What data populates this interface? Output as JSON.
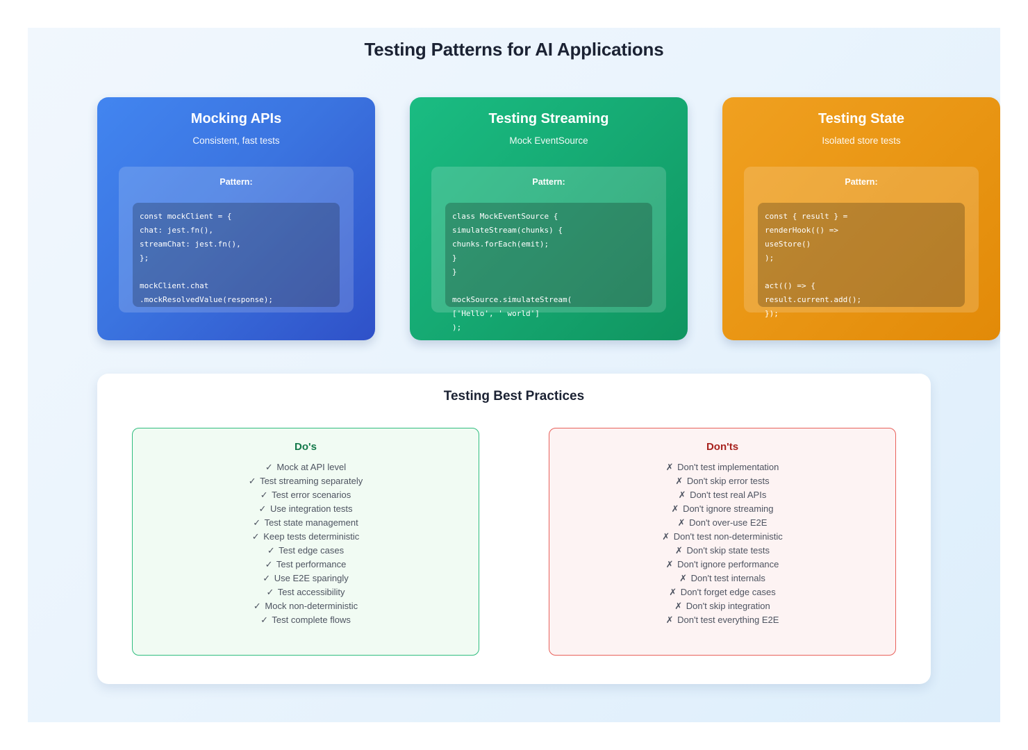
{
  "page": {
    "title": "Testing Patterns for AI Applications",
    "background_start": "#f1f7fd",
    "background_end": "#ddeefb"
  },
  "cards": [
    {
      "title": "Mocking APIs",
      "subtitle": "Consistent, fast tests",
      "pattern_label": "Pattern:",
      "accent": "#4285f0",
      "code": [
        "const mockClient = {",
        "chat: jest.fn(),",
        "streamChat: jest.fn(),",
        "};",
        "",
        "mockClient.chat",
        ".mockResolvedValue(response);"
      ]
    },
    {
      "title": "Testing Streaming",
      "subtitle": "Mock EventSource",
      "pattern_label": "Pattern:",
      "accent": "#1abc82",
      "code": [
        "class MockEventSource {",
        "simulateStream(chunks) {",
        "chunks.forEach(emit);",
        "}",
        "}",
        "",
        "mockSource.simulateStream(",
        "['Hello', ' world']",
        ");"
      ]
    },
    {
      "title": "Testing State",
      "subtitle": "Isolated store tests",
      "pattern_label": "Pattern:",
      "accent": "#f0a020",
      "code": [
        "const { result } =",
        "renderHook(() =>",
        "useStore()",
        ");",
        "",
        "act(() => {",
        "result.current.add();",
        "});"
      ]
    }
  ],
  "best_practices": {
    "title": "Testing Best Practices",
    "dos": {
      "title": "Do's",
      "mark": "✓",
      "color": "#2ebd7e",
      "items": [
        "Mock at API level",
        "Test streaming separately",
        "Test error scenarios",
        "Use integration tests",
        "Test state management",
        "Keep tests deterministic",
        "Test edge cases",
        "Test performance",
        "Use E2E sparingly",
        "Test accessibility",
        "Mock non-deterministic",
        "Test complete flows"
      ]
    },
    "donts": {
      "title": "Don'ts",
      "mark": "✗",
      "color": "#e8605a",
      "items": [
        "Don't test implementation",
        "Don't skip error tests",
        "Don't test real APIs",
        "Don't ignore streaming",
        "Don't over-use E2E",
        "Don't test non-deterministic",
        "Don't skip state tests",
        "Don't ignore performance",
        "Don't test internals",
        "Don't forget edge cases",
        "Don't skip integration",
        "Don't test everything E2E"
      ]
    }
  }
}
